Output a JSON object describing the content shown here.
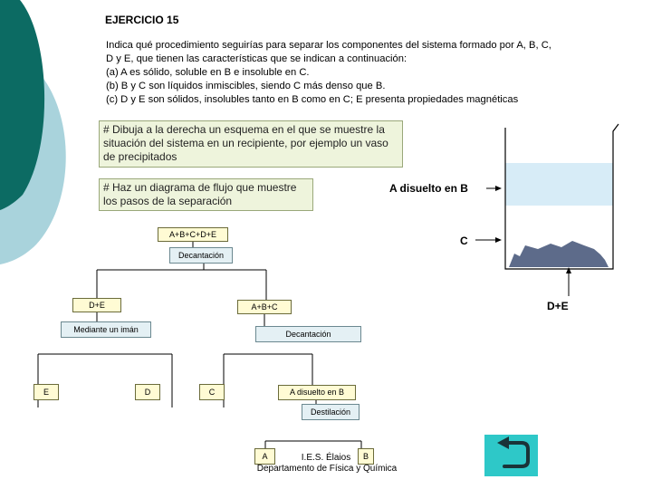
{
  "exercise_title": "EJERCICIO 15",
  "statement": [
    "Indica qué procedimiento seguirías para separar los componentes del sistema formado por A, B, C,",
    "D y E, que tienen las características que se indican a continuación:",
    "(a) A es sólido, soluble en B e insoluble en C.",
    "(b) B y C son líquidos inmiscibles, siendo C más denso que B.",
    "(c) D y E son sólidos, insolubles tanto en B como en C; E presenta propiedades magnéticas"
  ],
  "task_boxes": {
    "draw_container": "# Dibuja a la derecha un esquema en el que se muestre la situación del sistema en un recipiente, por ejemplo un vaso de precipitados",
    "draw_flow": "# Haz un diagrama de flujo que muestre los pasos de la separación"
  },
  "beaker_labels": {
    "layer_top": "A disuelto en B",
    "layer_bottom": "C",
    "sediment": "D+E"
  },
  "flow": {
    "root": "A+B+C+D+E",
    "step1": "Decantación",
    "solids": "D+E",
    "liquids": "A+B+C",
    "step_solids": "Mediante un imán",
    "step_liquids": "Decantación",
    "e": "E",
    "d": "D",
    "c": "C",
    "a_in_b": "A disuelto en B",
    "step_final": "Destilación",
    "a": "A",
    "b": "B"
  },
  "footer": {
    "school": "I.E.S. Élaios",
    "department": "Departamento de Física y Química"
  },
  "colors": {
    "sidebar_dark": "#0c6b63",
    "sidebar_light": "#a9d3dc",
    "liquid_b": "#d7ecf7",
    "sediment": "#5d6b8a",
    "nav_button": "#2ec8c8"
  },
  "icons": {
    "nav_button": "return-arrow-icon"
  }
}
